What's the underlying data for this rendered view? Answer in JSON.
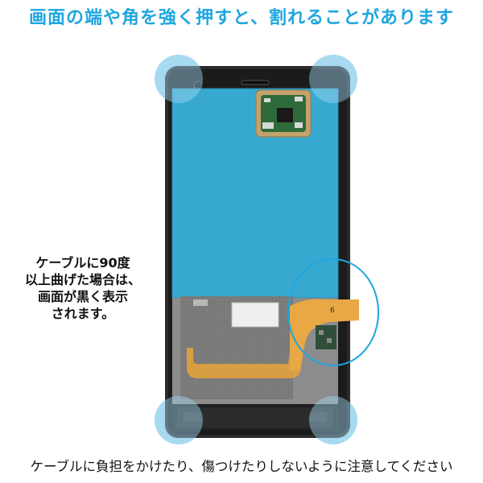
{
  "headline": "画面の端や角を強く押すと、割れることがあります",
  "side_note": {
    "lines": [
      "ケーブルに90度",
      "以上曲げた場合は、",
      "画面が黒く表示",
      "されます。"
    ]
  },
  "footer_note": "ケーブルに負担をかけたり、傷つけたりしないように注意してください",
  "colors": {
    "accent": "#1ea6e0",
    "screen_blue": "#37a9d0",
    "frame": "#2a2a2a",
    "highlight_circle": "#9fd6ef",
    "flex_cable": "#e3a23d",
    "pcb_green": "#2f6b3a"
  },
  "icons": {
    "corner_markers": "translucent-circle",
    "cable_callout": "outlined-circle"
  }
}
